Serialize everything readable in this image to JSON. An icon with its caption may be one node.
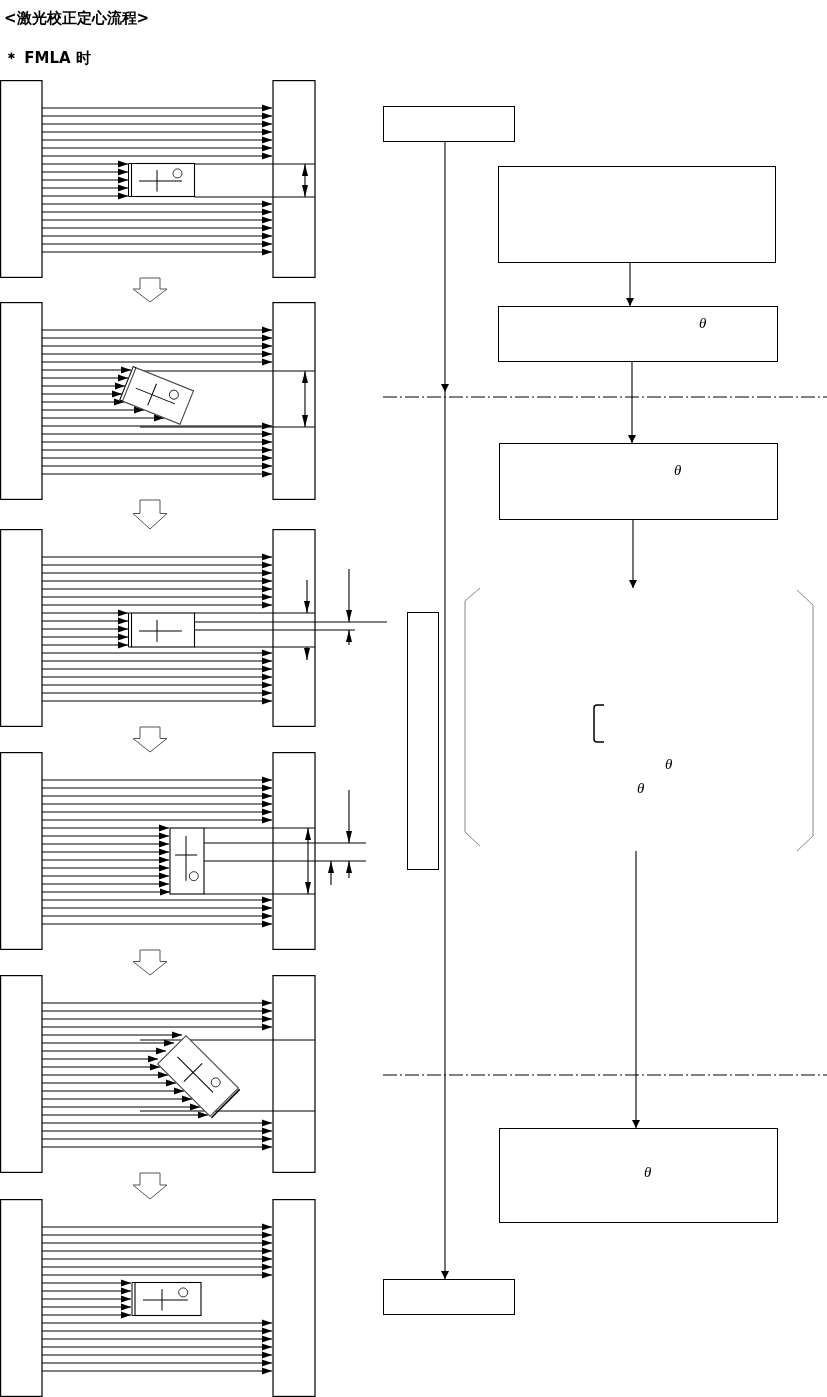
{
  "diagram": {
    "title": "<激光校正定心流程>",
    "nodes": [
      {
        "text": [],
        "shape": "picture"
      },
      {
        "text": [],
        "shape": "picture"
      },
      {
        "text": [],
        "shape": "picture"
      },
      {
        "text": [],
        "shape": "picture"
      },
      {
        "text": [],
        "shape": "picture"
      },
      {
        "text": [],
        "shape": "picture"
      },
      {
        "text": [],
        "shape": "box"
      },
      {
        "text": [],
        "shape": "box"
      },
      {
        "text": [
          "θ"
        ]
      },
      {
        "text": [
          "θ"
        ]
      },
      {
        "text": [
          "θ",
          "θ"
        ]
      },
      {
        "text": [],
        "shape": "box"
      },
      {
        "text": [
          "θ"
        ]
      },
      {
        "text": [],
        "shape": "box"
      }
    ],
    "edges": [
      {
        "from": 0,
        "to": 1,
        "arrow": "to",
        "style": "thick"
      },
      {
        "from": 1,
        "to": 2,
        "arrow": "to",
        "style": "thick"
      },
      {
        "from": 2,
        "to": 3,
        "arrow": "to",
        "style": "thick"
      },
      {
        "from": 3,
        "to": 4,
        "arrow": "to",
        "style": "thick"
      },
      {
        "from": 4,
        "to": 5,
        "arrow": "to",
        "style": "thick"
      },
      {
        "from": 6,
        "to": 13,
        "arrow": "to"
      },
      {
        "from": 7,
        "to": 8,
        "arrow": "to"
      },
      {
        "from": 8,
        "to": 9,
        "arrow": "to"
      },
      {
        "from": 9,
        "to": 10,
        "arrow": "to"
      },
      {
        "from": 10,
        "to": 12,
        "arrow": "to"
      }
    ],
    "labels": [
      "＊ FMLA 时"
    ]
  }
}
